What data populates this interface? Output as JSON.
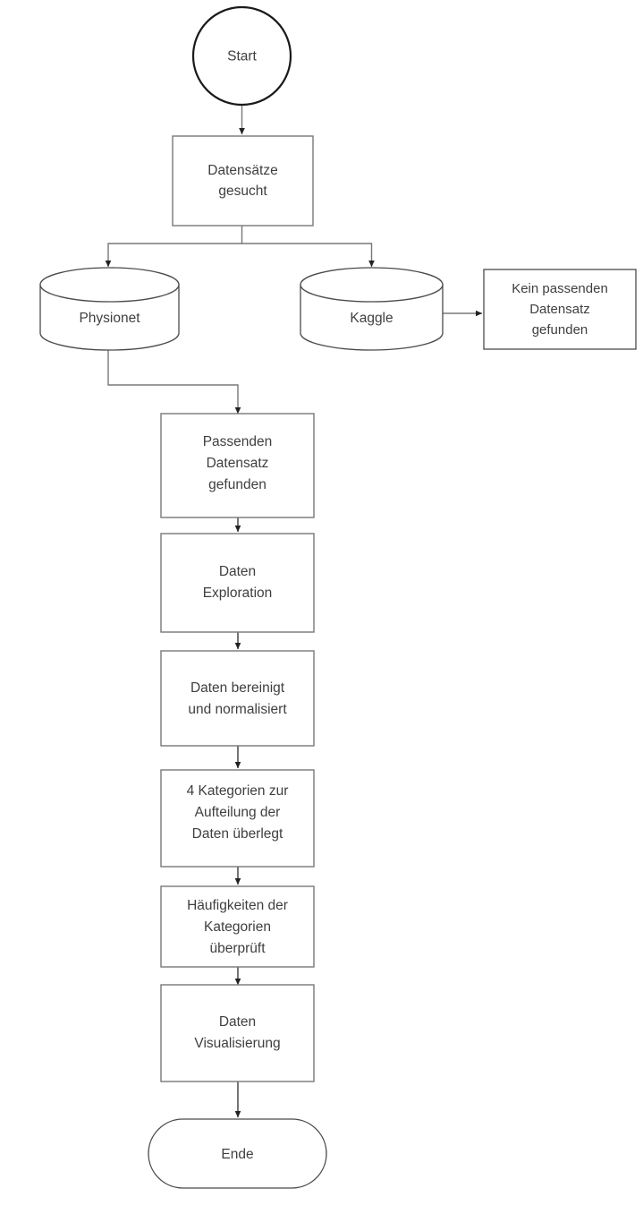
{
  "diagram": {
    "title": "Datensatz-Workflow Flussdiagramm",
    "language": "de",
    "colors": {
      "background": "#ffffff",
      "box_stroke": "#77787a",
      "terminator_stroke": "#1a1a1a",
      "cylinder_stroke": "#4a4a4a",
      "text": "#3f3f3f",
      "connector": "#77787a",
      "arrowhead": "#222222"
    },
    "nodes": [
      {
        "id": "start",
        "type": "terminator-circle",
        "label": "Start",
        "lines": [
          "Start"
        ]
      },
      {
        "id": "datensaetze-gesucht",
        "type": "process",
        "label": "Datensätze gesucht",
        "lines": [
          "Datensätze",
          "gesucht"
        ]
      },
      {
        "id": "physionet",
        "type": "database",
        "label": "Physionet",
        "lines": [
          "Physionet"
        ]
      },
      {
        "id": "kaggle",
        "type": "database",
        "label": "Kaggle",
        "lines": [
          "Kaggle"
        ]
      },
      {
        "id": "kein-passender-datensatz",
        "type": "process",
        "label": "Kein passenden Datensatz gefunden",
        "lines": [
          "Kein passenden",
          "Datensatz",
          "gefunden"
        ]
      },
      {
        "id": "passenden-datensatz-gefunden",
        "type": "process",
        "label": "Passenden Datensatz gefunden",
        "lines": [
          "Passenden",
          "Datensatz",
          "gefunden"
        ]
      },
      {
        "id": "daten-exploration",
        "type": "process",
        "label": "Daten Exploration",
        "lines": [
          "Daten",
          "Exploration"
        ]
      },
      {
        "id": "daten-bereinigt",
        "type": "process",
        "label": "Daten bereinigt und normalisiert",
        "lines": [
          "Daten bereinigt",
          "und normalisiert"
        ]
      },
      {
        "id": "vier-kategorien",
        "type": "process",
        "label": "4 Kategorien zur Aufteilung der Daten überlegt",
        "lines": [
          "4 Kategorien zur",
          "Aufteilung der",
          "Daten überlegt"
        ]
      },
      {
        "id": "haeufigkeiten",
        "type": "process",
        "label": "Häufigkeiten der Kategorien überprüft",
        "lines": [
          "Häufigkeiten der",
          "Kategorien",
          "überprüft"
        ]
      },
      {
        "id": "daten-visualisierung",
        "type": "process",
        "label": "Daten Visualisierung",
        "lines": [
          "Daten",
          "Visualisierung"
        ]
      },
      {
        "id": "ende",
        "type": "terminator-stadium",
        "label": "Ende",
        "lines": [
          "Ende"
        ]
      }
    ],
    "edges": [
      {
        "from": "start",
        "to": "datensaetze-gesucht",
        "label": ""
      },
      {
        "from": "datensaetze-gesucht",
        "to": "physionet",
        "label": ""
      },
      {
        "from": "datensaetze-gesucht",
        "to": "kaggle",
        "label": ""
      },
      {
        "from": "kaggle",
        "to": "kein-passender-datensatz",
        "label": ""
      },
      {
        "from": "physionet",
        "to": "passenden-datensatz-gefunden",
        "label": ""
      },
      {
        "from": "passenden-datensatz-gefunden",
        "to": "daten-exploration",
        "label": ""
      },
      {
        "from": "daten-exploration",
        "to": "daten-bereinigt",
        "label": ""
      },
      {
        "from": "daten-bereinigt",
        "to": "vier-kategorien",
        "label": ""
      },
      {
        "from": "vier-kategorien",
        "to": "haeufigkeiten",
        "label": ""
      },
      {
        "from": "haeufigkeiten",
        "to": "daten-visualisierung",
        "label": ""
      },
      {
        "from": "daten-visualisierung",
        "to": "ende",
        "label": ""
      }
    ]
  }
}
